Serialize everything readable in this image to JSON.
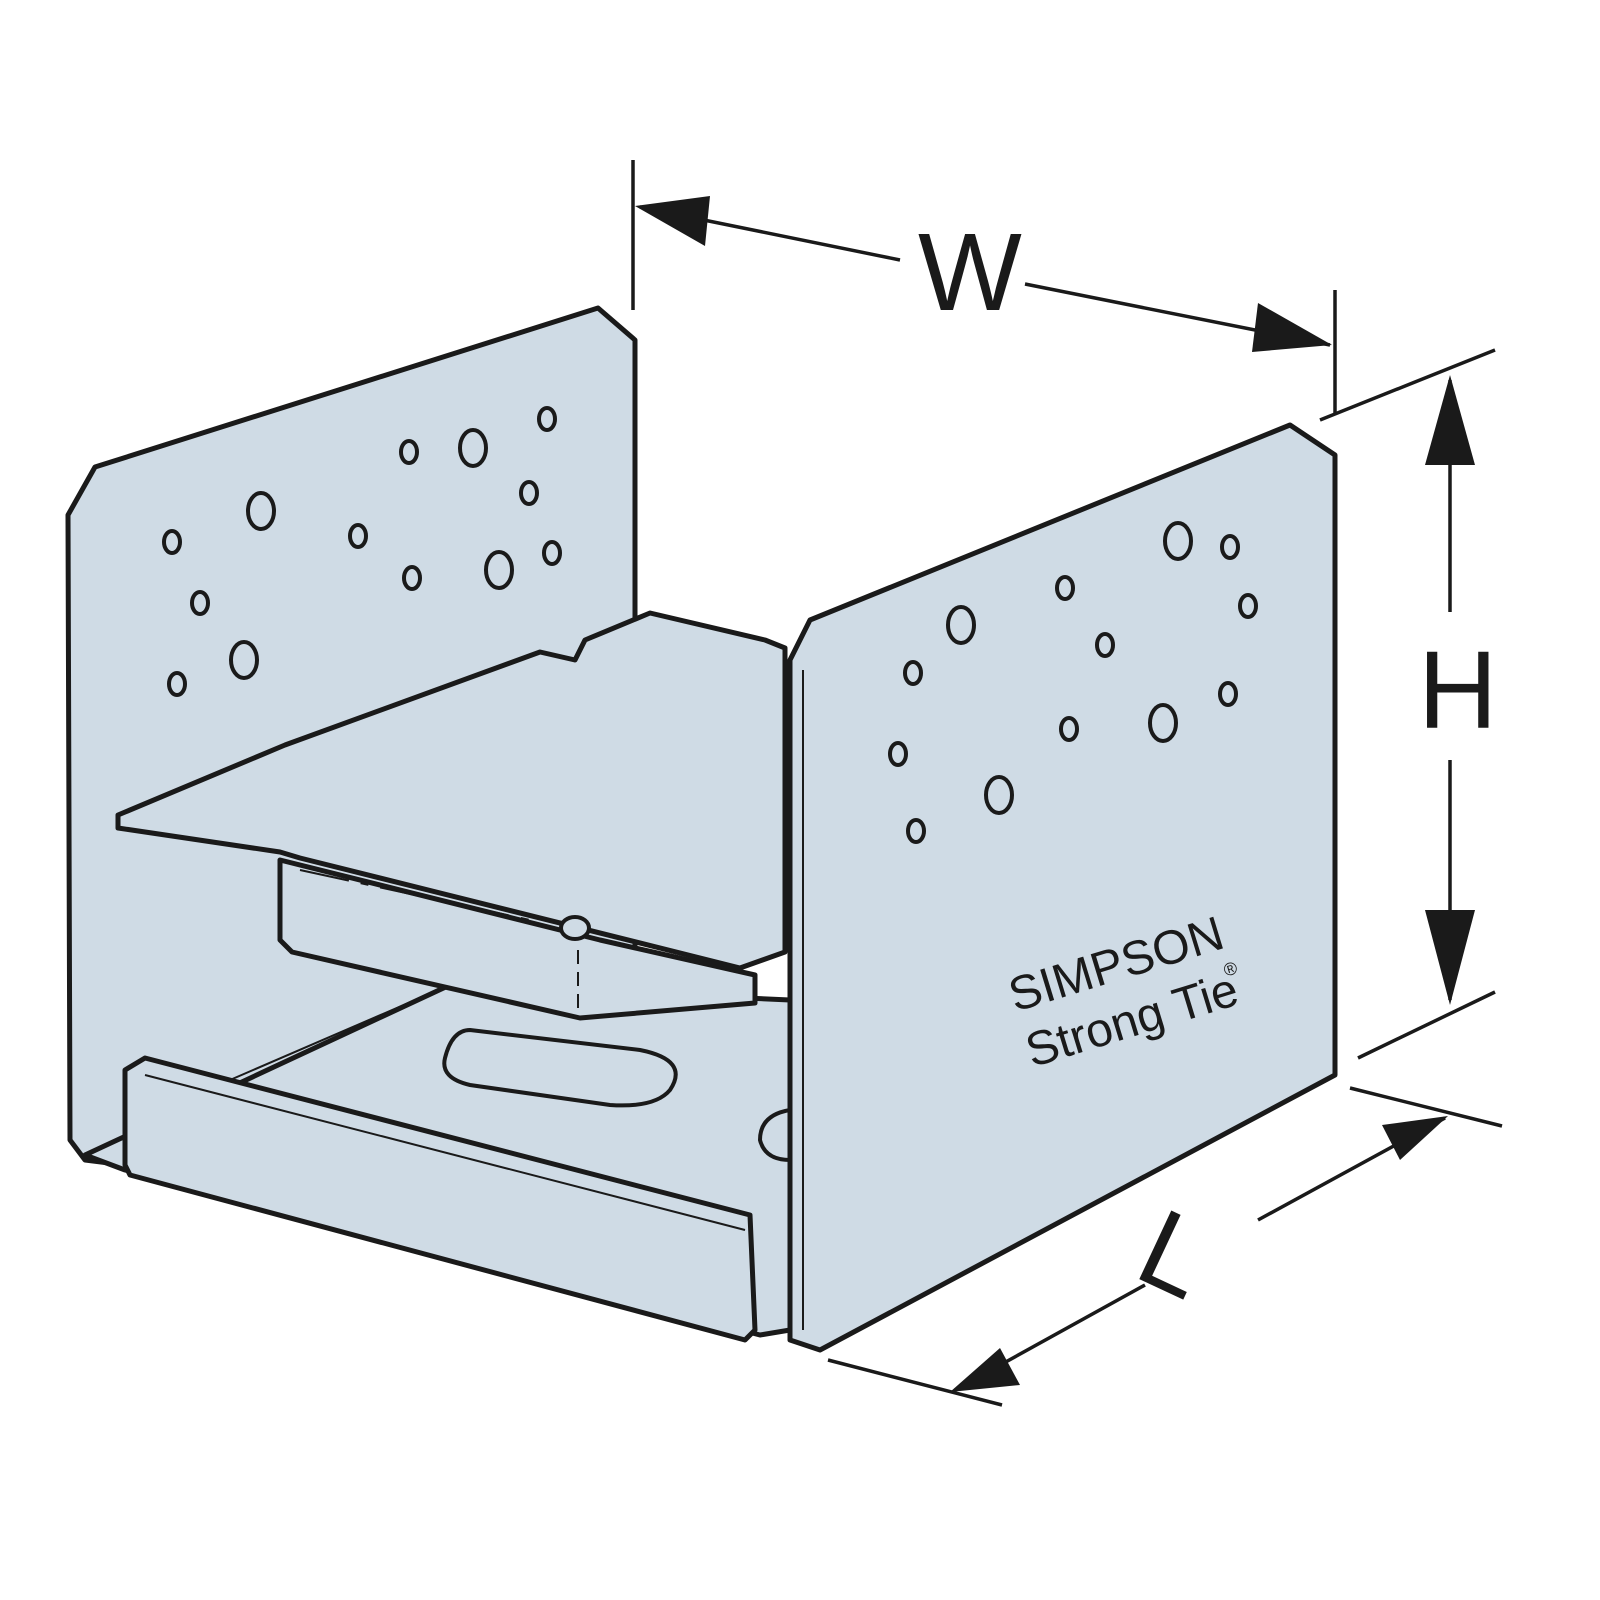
{
  "dimensions": {
    "width_label": "W",
    "height_label": "H",
    "length_label": "L"
  },
  "logo": {
    "line1": "SIMPSON",
    "line2": "Strong Tie",
    "registered": "®"
  },
  "colors": {
    "steel": "#cfdbe5",
    "outline": "#1a1a1a",
    "background": "#ffffff"
  }
}
